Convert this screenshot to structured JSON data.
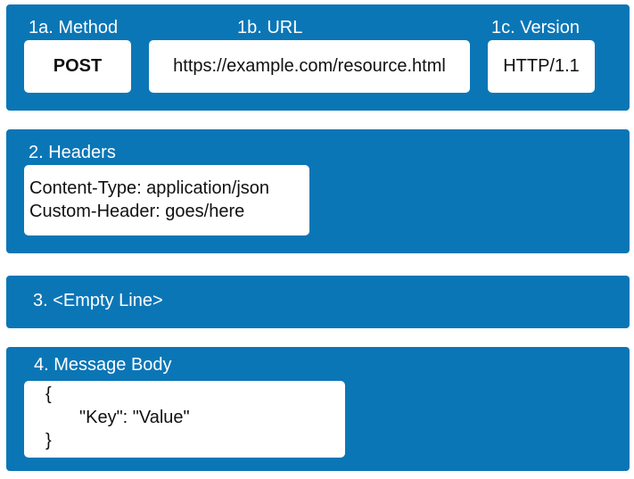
{
  "request_line": {
    "method_label": "1a. Method",
    "method_value": "POST",
    "url_label": "1b. URL",
    "url_value": "https://example.com/resource.html",
    "version_label": "1c. Version",
    "version_value": "HTTP/1.1"
  },
  "headers": {
    "label": "2. Headers",
    "lines": [
      "Content-Type: application/json",
      "Custom-Header: goes/here"
    ]
  },
  "empty_line": {
    "label": "3. <Empty Line>"
  },
  "body": {
    "label": "4. Message Body",
    "lines": [
      "{",
      "\"Key\": \"Value\"",
      "}"
    ]
  },
  "colors": {
    "section_bg": "#0b76b6",
    "box_bg": "#ffffff",
    "label_text": "#ffffff",
    "box_text": "#111111"
  }
}
